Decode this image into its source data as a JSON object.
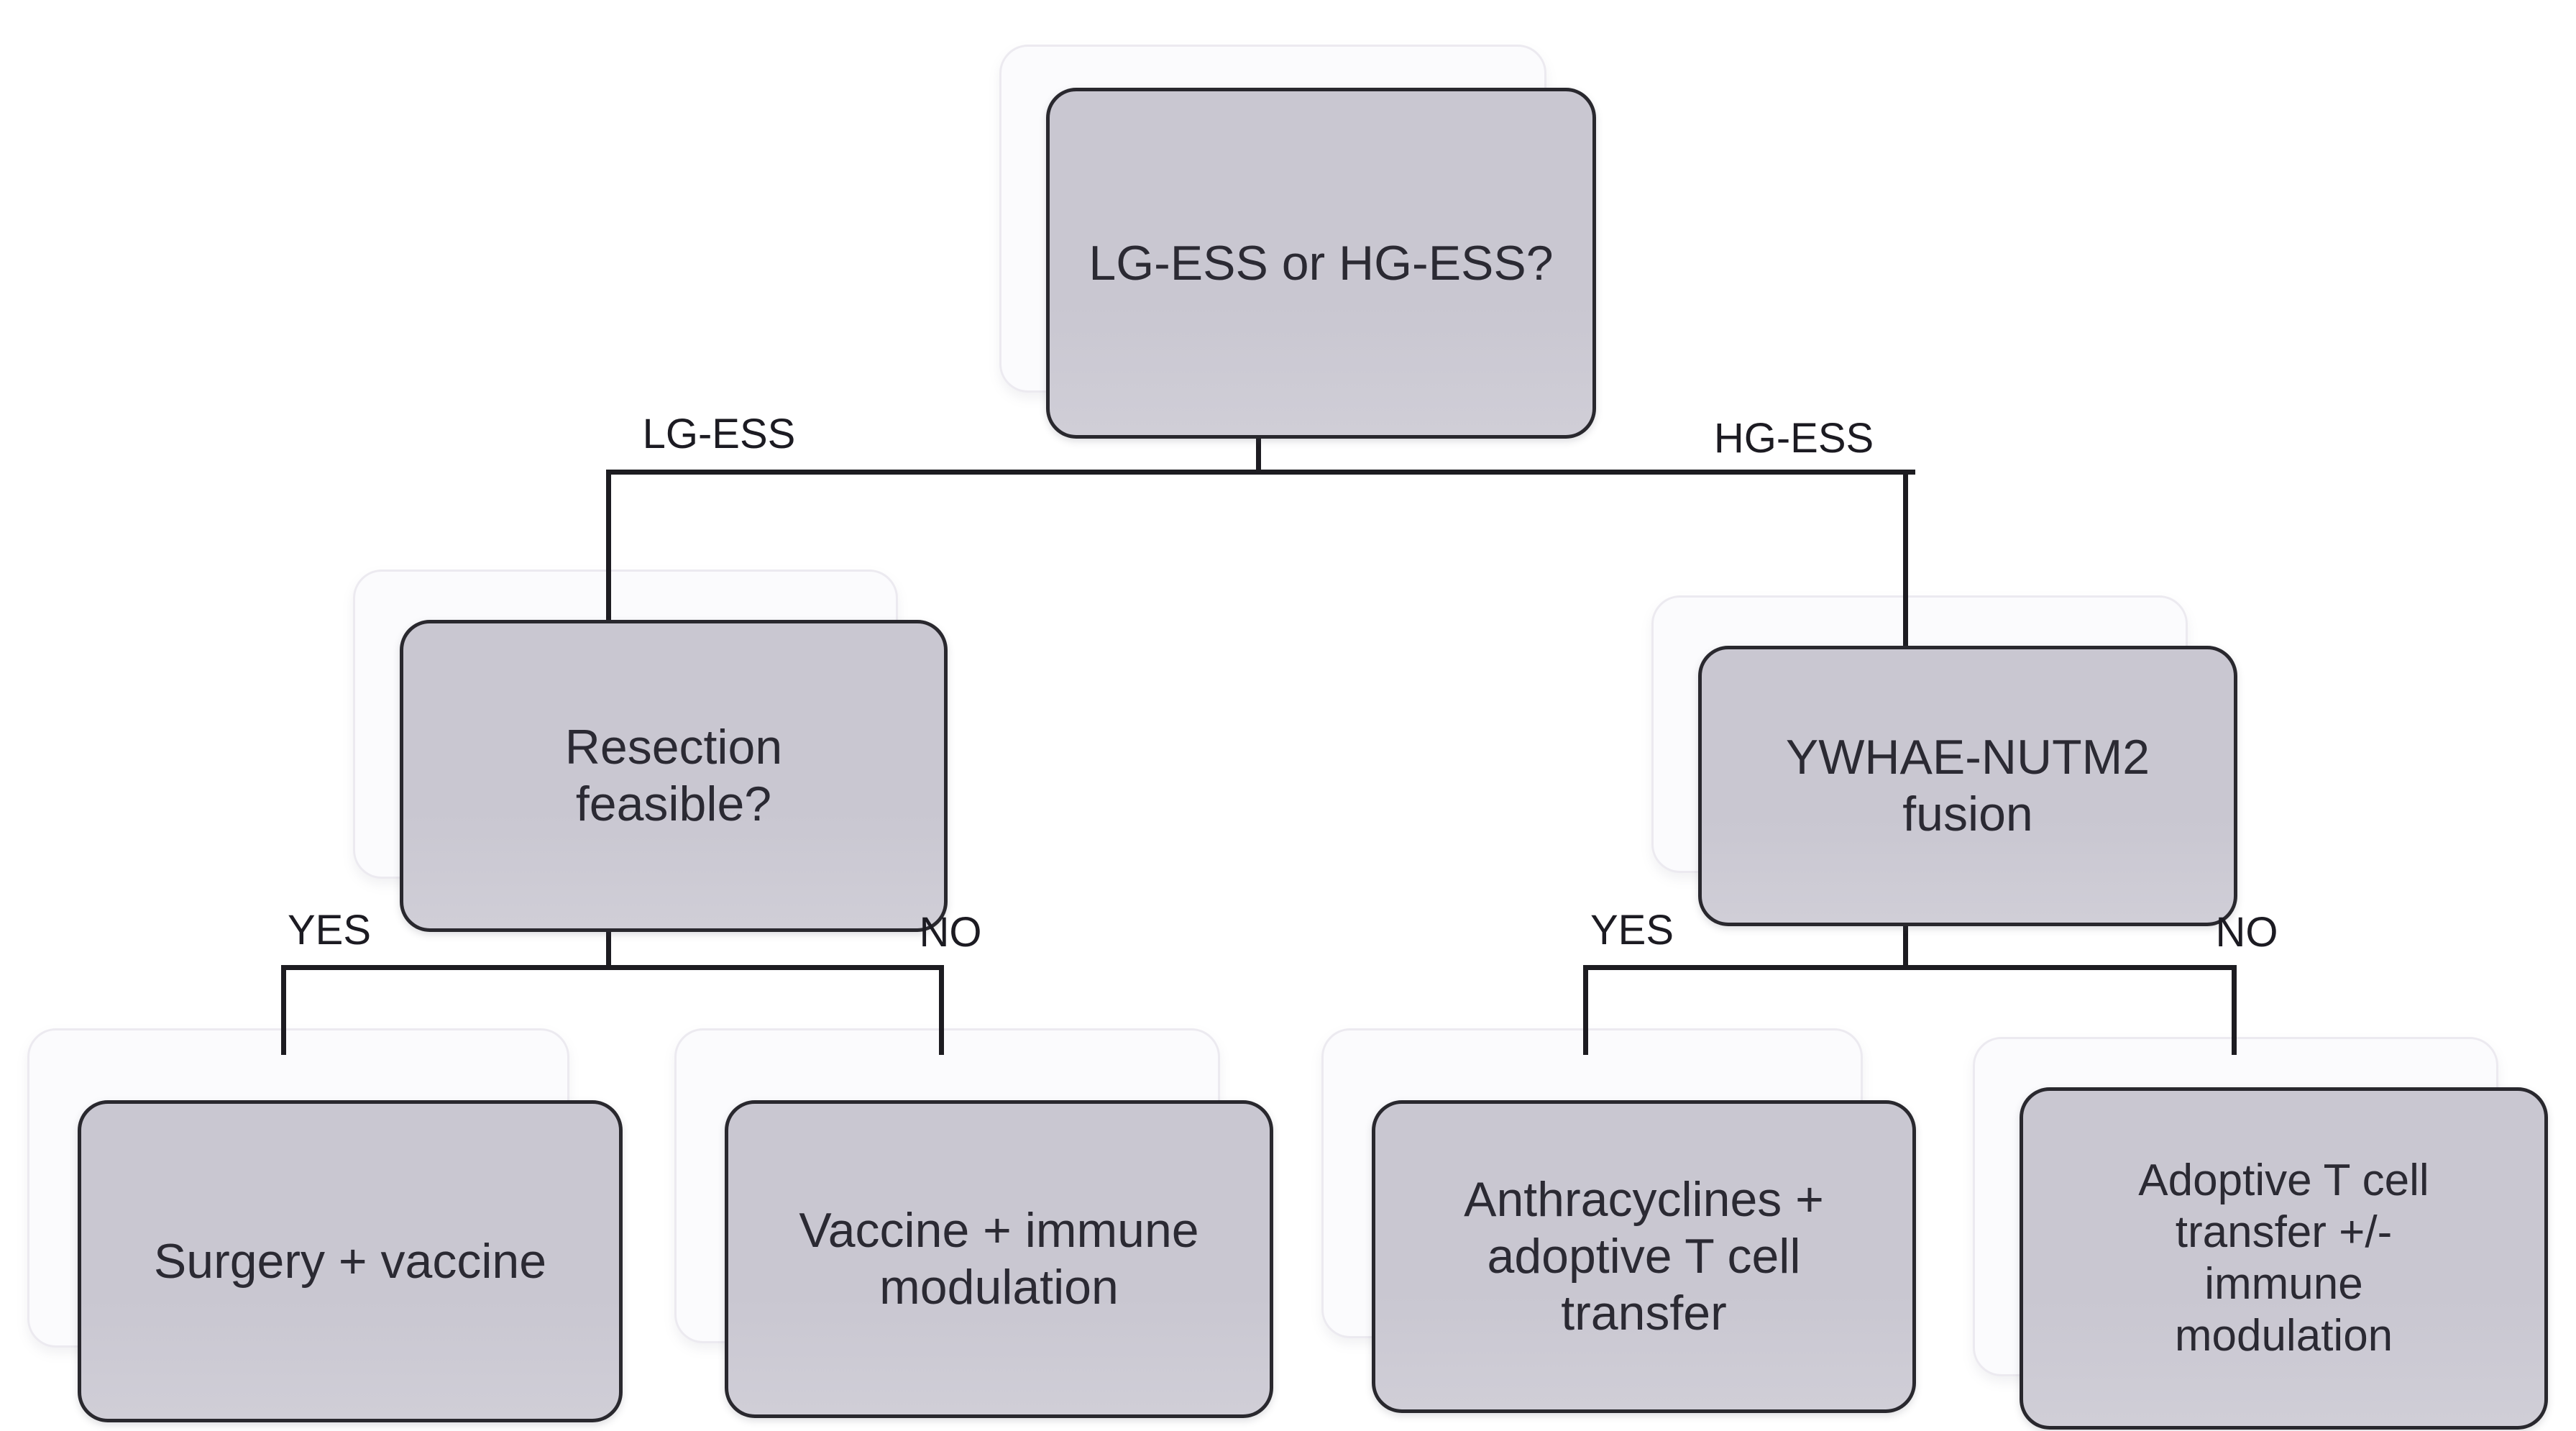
{
  "colors": {
    "background": "#ffffff",
    "box_fill": "#c9c7d1",
    "box_fill_bottom": "#d0ced7",
    "box_border": "#29282e",
    "box_text": "#2b2a33",
    "ghost_fill": "#fbfbfd",
    "ghost_border": "#eceaf0",
    "connector": "#1d1c21",
    "label_text": "#1c1b22"
  },
  "nodes": {
    "root": {
      "label": "LG-ESS or HG-ESS?"
    },
    "resection": {
      "label": "Resection\nfeasible?"
    },
    "fusion": {
      "label": "YWHAE-NUTM2\nfusion"
    },
    "surgery": {
      "label": "Surgery + vaccine"
    },
    "vaccine": {
      "label": "Vaccine + immune\nmodulation"
    },
    "anthracyclines": {
      "label": "Anthracyclines +\nadoptive T cell\ntransfer"
    },
    "adoptive": {
      "label": "Adoptive T cell\ntransfer +/-\nimmune\nmodulation"
    }
  },
  "edge_labels": {
    "left_branch": "LG-ESS",
    "right_branch": "HG-ESS",
    "left_yes": "YES",
    "left_no": "NO",
    "right_yes": "YES",
    "right_no": "NO"
  }
}
